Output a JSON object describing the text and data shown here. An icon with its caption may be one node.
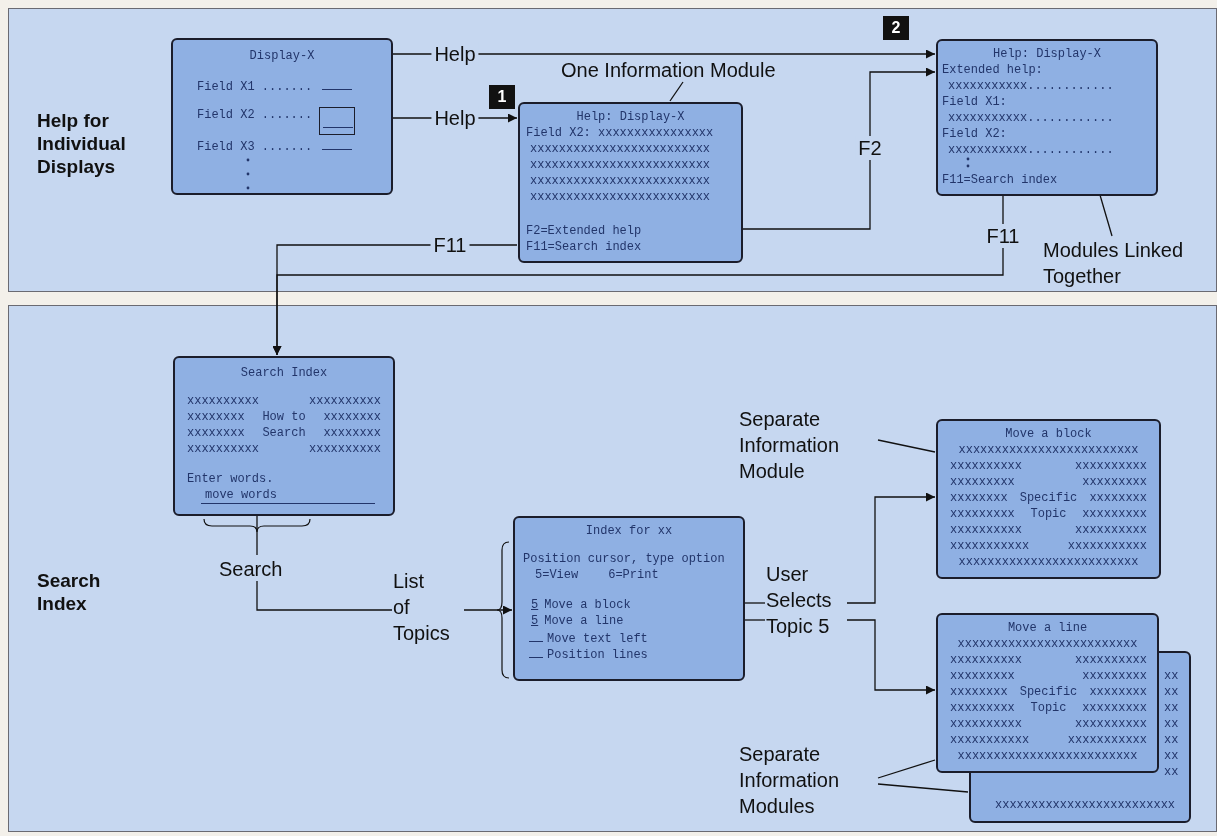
{
  "diagram": {
    "nodes": [
      {
        "text": [
          "Help for Individual Displays"
        ]
      },
      {
        "text": [
          "Display-X",
          "Field X1 .......",
          "Field X2 .......",
          "Field X3 ......."
        ],
        "in": 0
      },
      {
        "text": [],
        "shape": "box",
        "in": 1
      },
      {
        "text": [
          "One Information Module"
        ],
        "in": 0
      },
      {
        "text": [
          "Help: Display-X",
          "Field X2: xxxxxxxxxxxxxxxx",
          "xxxxxxxxxxxxxxxxxxxxxxxxx",
          "xxxxxxxxxxxxxxxxxxxxxxxxx",
          "xxxxxxxxxxxxxxxxxxxxxxxxx",
          "xxxxxxxxxxxxxxxxxxxxxxxxx",
          "F2=Extended help",
          "F11=Search index"
        ],
        "in": 0,
        "beside": [
          "1"
        ]
      },
      {
        "text": [
          "Help: Display-X",
          "Extended help:",
          "xxxxxxxxxxx............",
          "Field X1:",
          "xxxxxxxxxxx............",
          "Field X2:",
          "xxxxxxxxxxx............",
          "F11=Search index"
        ],
        "in": 0,
        "beside": [
          "2"
        ]
      },
      {
        "text": [
          "Modules Linked Together"
        ],
        "in": 0
      },
      {
        "text": [
          "Search Index"
        ]
      },
      {
        "text": [
          "Search Index",
          "xxxxxxxxxx",
          "xxxxxxxxxx",
          "xxxxxxxx",
          "How to",
          "xxxxxxxx",
          "xxxxxxxx",
          "Search",
          "xxxxxxxx",
          "xxxxxxxxxx",
          "xxxxxxxxxx",
          "Enter words.",
          "move words"
        ],
        "in": 7
      },
      {
        "text": [
          "Search"
        ],
        "in": 7
      },
      {
        "text": [
          "List of Topics"
        ],
        "in": 7
      },
      {
        "text": [
          "Index for xx",
          "Position cursor, type option",
          "5=View",
          "6=Print",
          "5",
          "Move a block",
          "5",
          "Move a line",
          "Move text left",
          "Position lines"
        ],
        "in": 7
      },
      {
        "text": [
          "User Selects Topic 5"
        ],
        "in": 7
      },
      {
        "text": [
          "Separate Information Module"
        ],
        "in": 7
      },
      {
        "text": [
          "Move a block",
          "xxxxxxxxxxxxxxxxxxxxxxxxx",
          "xxxxxxxxxx",
          "xxxxxxxxxx",
          "xxxxxxxxx",
          "xxxxxxxxx",
          "xxxxxxxx",
          "Specific",
          "xxxxxxxx",
          "xxxxxxxxx",
          "Topic",
          "xxxxxxxxx",
          "xxxxxxxxxx",
          "xxxxxxxxxx",
          "xxxxxxxxxxx",
          "xxxxxxxxxxx",
          "xxxxxxxxxxxxxxxxxxxxxxxxx"
        ],
        "in": 7
      },
      {
        "text": [
          "xx",
          "xx",
          "xx",
          "xx",
          "xx",
          "xx",
          "xx",
          "xxxxxxxxxxxxxxxxxxxxxxxxx"
        ],
        "in": 7
      },
      {
        "text": [
          "Move a line",
          "xxxxxxxxxxxxxxxxxxxxxxxxx",
          "xxxxxxxxxx",
          "xxxxxxxxxx",
          "xxxxxxxxx",
          "xxxxxxxxx",
          "xxxxxxxx",
          "Specific",
          "xxxxxxxx",
          "xxxxxxxxx",
          "Topic",
          "xxxxxxxxx",
          "xxxxxxxxxx",
          "xxxxxxxxxx",
          "xxxxxxxxxxx",
          "xxxxxxxxxxx",
          "xxxxxxxxxxxxxxxxxxxxxxxxx"
        ],
        "in": 7
      },
      {
        "text": [
          "Separate Information Modules"
        ],
        "in": 7
      }
    ],
    "edges": [
      {
        "from": 1,
        "to": 5,
        "arrow": "to",
        "label": "Help"
      },
      {
        "from": 2,
        "to": 4,
        "arrow": "to",
        "label": "Help"
      },
      {
        "from": 3,
        "to": 4,
        "arrow": "none"
      },
      {
        "from": 4,
        "to": 5,
        "arrow": "to",
        "label": "F2"
      },
      {
        "from": 4,
        "to": 8,
        "arrow": "to",
        "label": "F11"
      },
      {
        "from": 5,
        "to": 8,
        "arrow": "to",
        "label": "F11"
      },
      {
        "from": 6,
        "to": 5,
        "arrow": "none"
      },
      {
        "from": 8,
        "to": 9,
        "arrow": "none"
      },
      {
        "from": 9,
        "to": 10,
        "arrow": "none"
      },
      {
        "from": 10,
        "to": 11,
        "arrow": "to"
      },
      {
        "from": 11,
        "to": 12,
        "arrow": "none"
      },
      {
        "from": 11,
        "to": 12,
        "arrow": "none"
      },
      {
        "from": 12,
        "to": 14,
        "arrow": "to"
      },
      {
        "from": 12,
        "to": 16,
        "arrow": "to"
      },
      {
        "from": 13,
        "to": 14,
        "arrow": "none"
      },
      {
        "from": 17,
        "to": 16,
        "arrow": "none"
      },
      {
        "from": 17,
        "to": 15,
        "arrow": "none"
      }
    ]
  }
}
